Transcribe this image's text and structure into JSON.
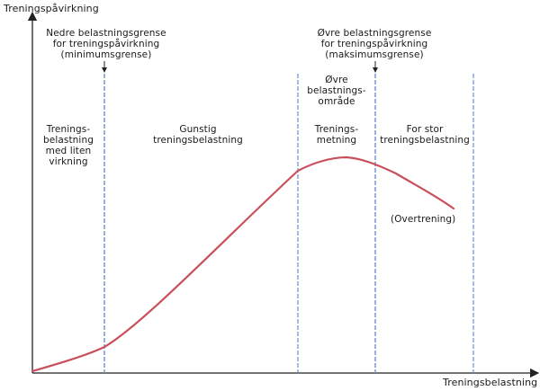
{
  "axes": {
    "y_label": "Treningspåvirkning",
    "x_label": "Treningsbelastning"
  },
  "threshold_annotations": {
    "lower": "Nedre belastningsgrense\nfor treningspåvirkning\n(minimumsgrense)",
    "upper": "Øvre belastningsgrense\nfor treningspåvirkning\n(maksimumsgrense)"
  },
  "zones": [
    {
      "id": "low",
      "label": "Trenings-\nbelastning\nmed liten\nvirkning"
    },
    {
      "id": "favorable",
      "label": "Gunstig\ntreningsbelastning"
    },
    {
      "id": "upper-area",
      "label": "Øvre\nbelastnings-\nområde"
    },
    {
      "id": "saturation",
      "label": "Trenings-\nmetning"
    },
    {
      "id": "too-high",
      "label": "For stor\ntreningsbelastning"
    }
  ],
  "overtraining_label": "(Overtrening)",
  "colors": {
    "curve": "#c9505a",
    "divider": "#6e8fd0",
    "axis": "#222222",
    "text": "#1a1a1a"
  }
}
